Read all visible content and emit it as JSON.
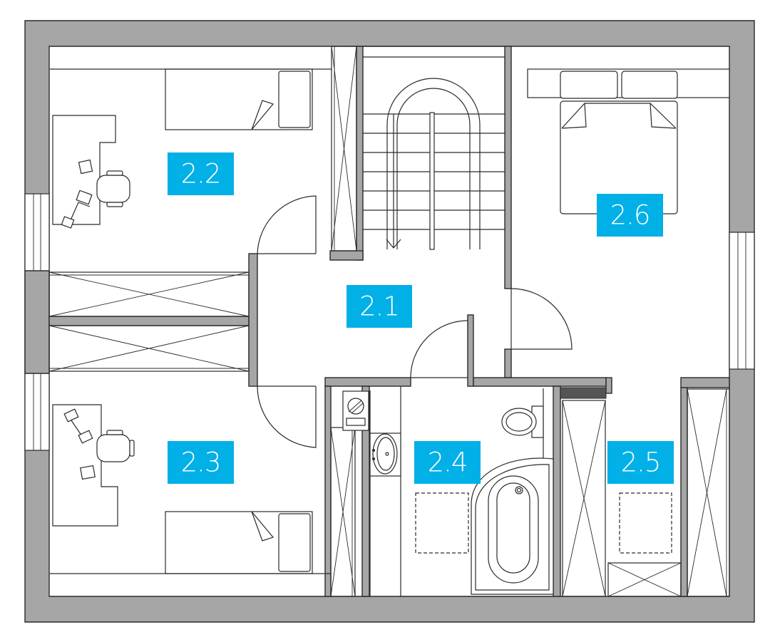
{
  "colors": {
    "wall": "#a6a6a6",
    "label_background": "#00b0e6",
    "label_text": "#ffffff",
    "background": "#ffffff"
  },
  "rooms": [
    {
      "id": "2.1",
      "label": "2.1"
    },
    {
      "id": "2.2",
      "label": "2.2"
    },
    {
      "id": "2.3",
      "label": "2.3"
    },
    {
      "id": "2.4",
      "label": "2.4"
    },
    {
      "id": "2.5",
      "label": "2.5"
    },
    {
      "id": "2.6",
      "label": "2.6"
    }
  ]
}
